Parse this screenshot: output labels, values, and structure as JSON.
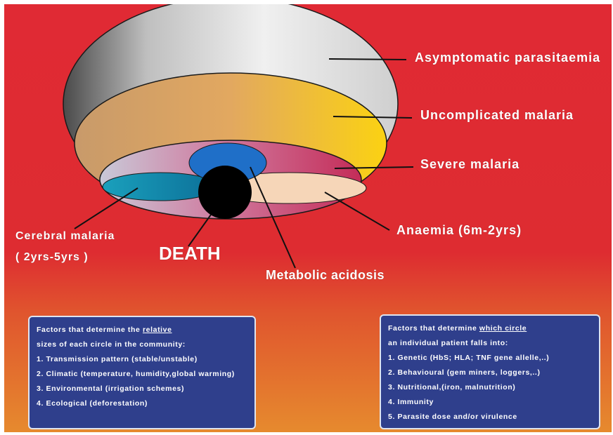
{
  "labels": {
    "asymptomatic": "Asymptomatic parasitaemia",
    "uncomplicated": "Uncomplicated malaria",
    "severe": "Severe malaria",
    "anaemia": "Anaemia (6m-2yrs)",
    "cerebral_line1": "Cerebral malaria",
    "cerebral_line2": "( 2yrs-5yrs )",
    "death": "DEATH",
    "metabolic": "Metabolic acidosis"
  },
  "left_box": {
    "title_pre": "Factors that determine the ",
    "title_emph": "relative",
    "title_line2": "sizes of each circle in the community:",
    "items": [
      "1. Transmission pattern (stable/unstable)",
      "2. Climatic (temperature, humidity,global warming)",
      "3. Environmental (irrigation schemes)",
      "4. Ecological (deforestation)"
    ]
  },
  "right_box": {
    "title_pre": "Factors that determine ",
    "title_emph": "which circle",
    "title_line2": "an individual patient falls into:",
    "items": [
      "1. Genetic (HbS; HLA; TNF gene allelle,..)",
      "2. Behavioural (gem miners, loggers,..)",
      "3. Nutritional,(iron, malnutrition)",
      "4. Immunity",
      "5. Parasite dose and/or virulence"
    ]
  },
  "colors": {
    "background_top": "#e02a34",
    "background_bottom": "#e68a2e",
    "asymptomatic": "#d8d8d8",
    "uncomplicated": "#f4c21a",
    "severe": "#c8305a",
    "cerebral": "#1a8fb4",
    "metabolic": "#1f6fc8",
    "anaemia": "#f6d6b8",
    "death": "#000000",
    "box": "#2f3f8c"
  }
}
